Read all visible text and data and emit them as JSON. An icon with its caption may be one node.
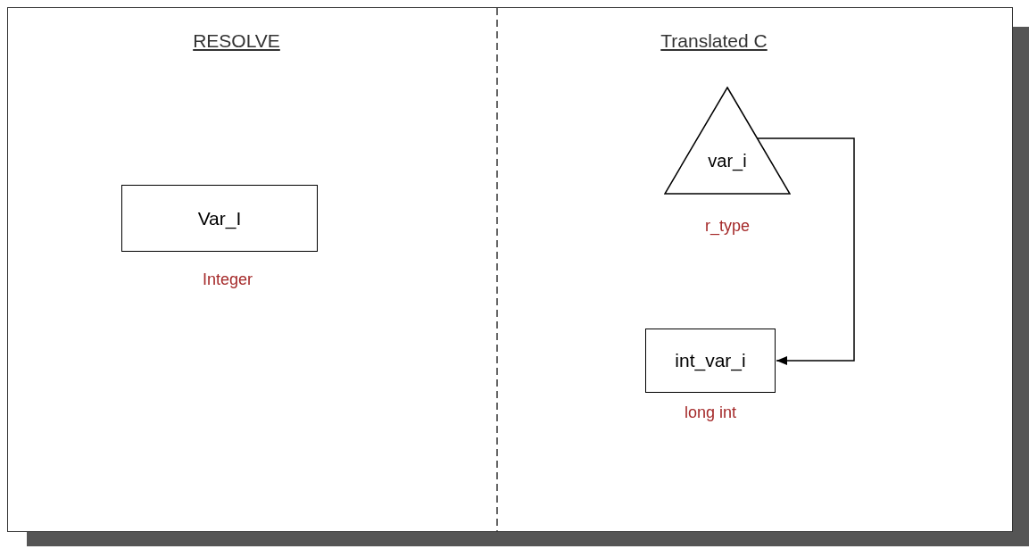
{
  "diagram": {
    "nodes": [
      {
        "text": [
          "Var_I"
        ],
        "beside": [
          "Integer"
        ]
      },
      {
        "text": [
          "var_i"
        ],
        "beside": [
          "r_type"
        ]
      },
      {
        "text": [
          "int_var_i"
        ],
        "beside": [
          "long int"
        ]
      }
    ],
    "edges": [
      {
        "from": 1,
        "to": 2,
        "arrow": "to"
      }
    ],
    "labels": [
      "RESOLVE",
      "Translated C"
    ]
  }
}
